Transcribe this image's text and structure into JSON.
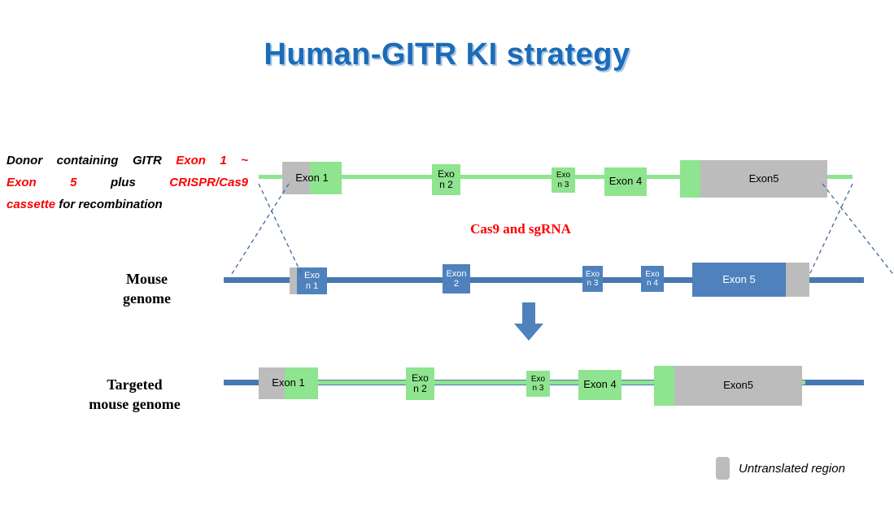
{
  "title": "Human-GITR KI strategy",
  "donor_note": {
    "line1": {
      "black": "Donor containing GITR ",
      "red": "Exon 1 ~"
    },
    "line2": {
      "red1": "Exon 5",
      "black": " plus ",
      "red2": "CRISPR/Cas9"
    },
    "line3": {
      "red": "cassette",
      "black": " for recombination"
    }
  },
  "cas9_label": "Cas9 and sgRNA",
  "labels": {
    "mouse_genome": "Mouse\ngenome",
    "targeted_genome": "Targeted\nmouse genome"
  },
  "donor_track": {
    "exons": [
      "Exon 1",
      "Exo\nn 2",
      "Exo\nn 3",
      "Exon 4",
      "Exon5"
    ]
  },
  "mouse_track": {
    "exons": [
      "Exo\nn 1",
      "Exon\n2",
      "Exo\nn 3",
      "Exo\nn 4",
      "Exon 5"
    ]
  },
  "targeted_track": {
    "exons": [
      "Exon 1",
      "Exo\nn 2",
      "Exo\nn 3",
      "Exon 4",
      "Exon5"
    ]
  },
  "legend": {
    "untranslated": "Untranslated region"
  },
  "colors": {
    "title_blue": "#1c6bb7",
    "exon_green": "#8fe48f",
    "genome_blue": "#4f81bd",
    "untranslated_gray": "#bcbcbc",
    "highlight_red": "#ff0000"
  }
}
